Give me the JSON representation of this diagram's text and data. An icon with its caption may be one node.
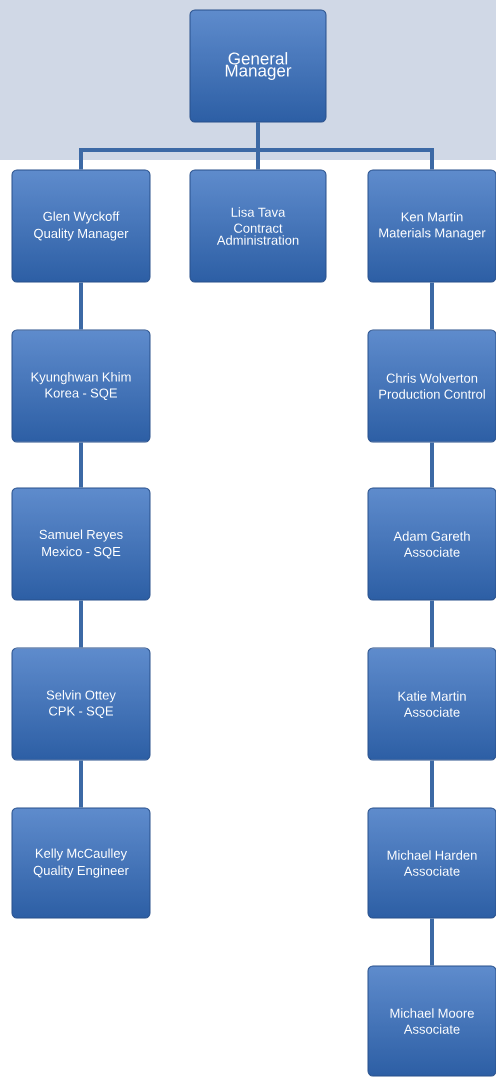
{
  "diagram": {
    "nodes": [
      {
        "text": [
          "General Manager"
        ]
      },
      {
        "text": [
          "Glen Wyckoff",
          "Quality Manager"
        ]
      },
      {
        "text": [
          "Lisa Tava",
          "Contract Administration"
        ]
      },
      {
        "text": [
          "Ken Martin",
          "Materials Manager"
        ]
      },
      {
        "text": [
          "Kyunghwan Khim",
          "Korea - SQE"
        ]
      },
      {
        "text": [
          "Samuel Reyes",
          "Mexico - SQE"
        ]
      },
      {
        "text": [
          "Selvin Ottey",
          "CPK - SQE"
        ]
      },
      {
        "text": [
          "Kelly McCaulley",
          "Quality Engineer"
        ]
      },
      {
        "text": [
          "Chris Wolverton",
          "Production Control"
        ]
      },
      {
        "text": [
          "Adam Gareth",
          "Associate"
        ]
      },
      {
        "text": [
          "Katie Martin",
          "Associate"
        ]
      },
      {
        "text": [
          "Michael Harden",
          "Associate"
        ]
      },
      {
        "text": [
          "Michael Moore",
          "Associate"
        ]
      }
    ],
    "edges": [
      {
        "from": 0,
        "to": 1,
        "arrow": "none"
      },
      {
        "from": 0,
        "to": 2,
        "arrow": "none"
      },
      {
        "from": 0,
        "to": 3,
        "arrow": "none"
      },
      {
        "from": 1,
        "to": 4,
        "arrow": "none"
      },
      {
        "from": 4,
        "to": 5,
        "arrow": "none"
      },
      {
        "from": 5,
        "to": 6,
        "arrow": "none"
      },
      {
        "from": 6,
        "to": 7,
        "arrow": "none"
      },
      {
        "from": 3,
        "to": 8,
        "arrow": "none"
      },
      {
        "from": 8,
        "to": 9,
        "arrow": "none"
      },
      {
        "from": 9,
        "to": 10,
        "arrow": "none"
      },
      {
        "from": 10,
        "to": 11,
        "arrow": "none"
      },
      {
        "from": 11,
        "to": 12,
        "arrow": "none"
      }
    ]
  }
}
